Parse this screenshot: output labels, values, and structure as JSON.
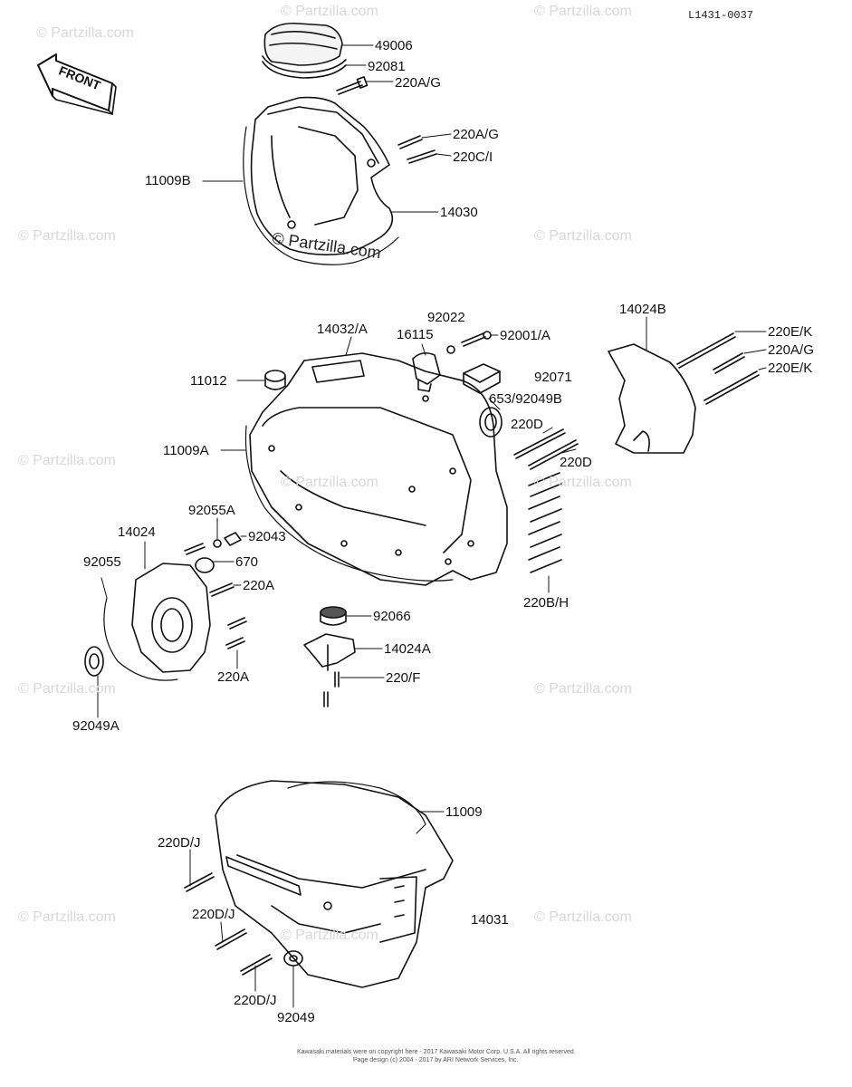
{
  "diagram_code": "L1431-0037",
  "front_label": "FRONT",
  "watermark": "© Partzilla.com",
  "center_watermark": "© Partzilla.com",
  "copyright_line1": "Kawasaki materials were on copyright here - 2017 Kawasaki Motor Corp. U.S.A. All rights reserved",
  "copyright_line2": "Page design (c) 2004 - 2017 by ARI Network Services, Inc.",
  "part_labels": [
    "49006",
    "92081",
    "220A/G",
    "220A/G",
    "220C/I",
    "11009B",
    "14030",
    "14032/A",
    "92022",
    "16115",
    "92001/A",
    "14024B",
    "220E/K",
    "220A/G",
    "220E/K",
    "11012",
    "92071",
    "653/92049B",
    "220D",
    "11009A",
    "220D",
    "92055A",
    "14024",
    "92043",
    "92055",
    "670",
    "220A",
    "220B/H",
    "92066",
    "14024A",
    "220A",
    "220/F",
    "92049A",
    "11009",
    "220D/J",
    "220D/J",
    "14031",
    "220D/J",
    "92049"
  ]
}
